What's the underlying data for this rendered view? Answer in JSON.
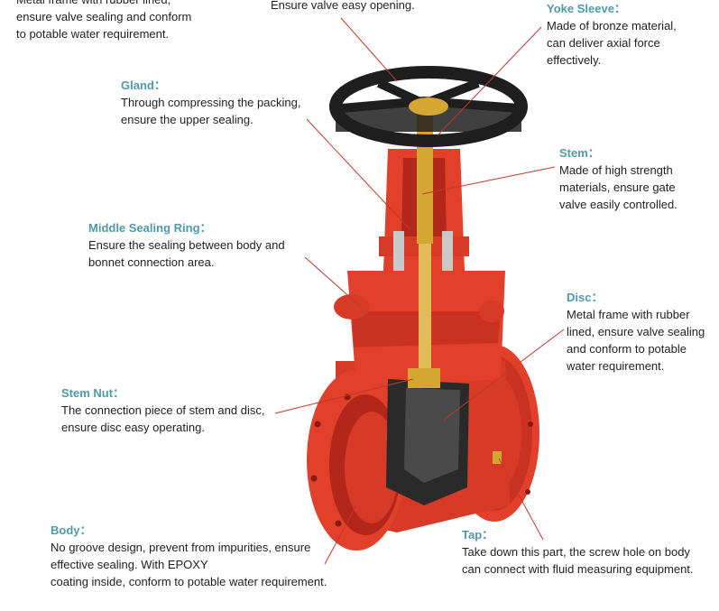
{
  "labels": {
    "top_left": {
      "desc": "Metal frame with rubber lined,\nensure valve sealing and conform\nto potable water requirement."
    },
    "top_center": {
      "desc": "Ensure valve easy opening."
    },
    "yoke_sleeve": {
      "title": "Yoke Sleeve：",
      "desc": "Made of bronze material,\ncan deliver axial force\neffectively."
    },
    "gland": {
      "title": "Gland：",
      "desc": "Through compressing the packing,\nensure the upper sealing."
    },
    "stem": {
      "title": "Stem：",
      "desc": "Made of high strength\nmaterials, ensure gate\nvalve easily controlled."
    },
    "middle_sealing_ring": {
      "title": "Middle Sealing Ring：",
      "desc": "Ensure the sealing between body and\nbonnet connection area."
    },
    "disc": {
      "title": "Disc：",
      "desc": "Metal frame with rubber\nlined, ensure valve sealing\nand conform to potable\nwater requirement."
    },
    "stem_nut": {
      "title": "Stem Nut：",
      "desc": "The connection piece of stem and disc,\nensure disc easy operating."
    },
    "body": {
      "title": "Body：",
      "desc": "No groove design, prevent from impurities, ensure\neffective sealing. With EPOXY\ncoating inside, conform to potable water requirement."
    },
    "tap": {
      "title": "Tap：",
      "desc": "Take down this part, the screw hole on body\ncan connect with fluid measuring equipment."
    }
  },
  "colors": {
    "title": "#4f9aa6",
    "leader": "#c0392b",
    "body_red": "#e2402a",
    "body_dark": "#b3261a",
    "handwheel": "#1e1e1e",
    "brass": "#d4a632",
    "disc_dark": "#2a2a2a"
  }
}
